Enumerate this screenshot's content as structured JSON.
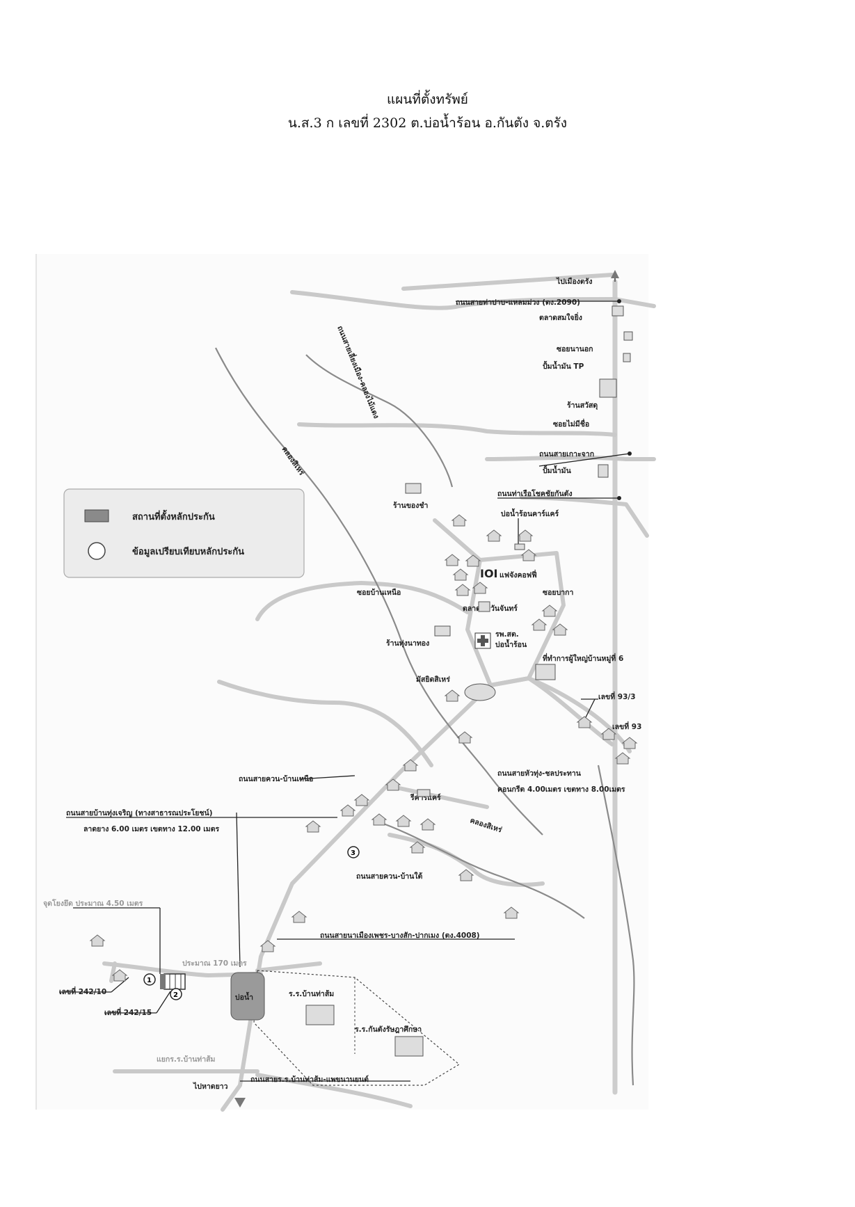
{
  "title": {
    "line1": "แผนที่ตั้งทรัพย์",
    "line2": "น.ส.3 ก เลขที่ 2302 ต.บ่อน้ำร้อน อ.กันตัง จ.ตรัง"
  },
  "legend": {
    "collateral_location": "สถานที่ตั้งหลักประกัน",
    "comparison_data": "ข้อมูลเปรียบเทียบหลักประกัน"
  },
  "labels": {
    "to_trang": "ไปเมืองตรัง",
    "road_thapab": "ถนนสายท่าปาบ-แหลมม่วง (ตง.2090)",
    "market_somjai": "ตลาดสมใจยิ่ง",
    "soi_nanok": "ซอยนานอก",
    "pump_tp": "ปั้มน้ำมัน TP",
    "hardware": "ร้านสวัสดุ",
    "soi_nameless": "ซอยไม่มีชื่อ",
    "road_kohjak": "ถนนสายเกาะจาก",
    "pump": "ปั้มน้ำมัน",
    "road_tharua": "ถนนท่าเรือโชคชัยกันตัง",
    "bonamron_care": "บ่อน้ำร้อนคาร์แคร์",
    "shop_chong": "ร้านของชำ",
    "road_diagonal": "ถนนสายเลี่ยงเมือง-คลองไม้แดง",
    "canal_sire_1": "คลองสิเหร่",
    "cafe": "แฟจังคอฟฟี่",
    "soi_ban_nuea": "ซอยบ้านเหนือ",
    "soi_bakka": "ซอยบากา",
    "market_nat": "ตลาดนัดวันจันทร์",
    "shop_thungna": "ร้านทุ่งนาทอง",
    "hospital": "รพ.สต.",
    "hospital2": "บ่อน้ำร้อน",
    "headman_office": "ที่ทำการผู้ใหญ่บ้านหมู่ที่ 6",
    "mosque": "มัสยิดสิเหร่",
    "no_93_3": "เลขที่ 93/3",
    "no_93": "เลขที่ 93",
    "road_huathung": "ถนนสายหัวทุ่ง-ชลประทาน",
    "road_huathung_spec": "คอนกรีต 4.00เมตร เขตทาง 8.00เมตร",
    "road_khuan_nuea": "ถนนสายควน-บ้านเหนือ",
    "recare": "รีคาร์แคร์",
    "canal_sire_2": "คลองสิเหร่",
    "road_thungcharoen": "ถนนสายบ้านทุ่งเจริญ (ทางสาธารณประโยชน์)",
    "road_thungcharoen_spec": "ลาดยาง 6.00 เมตร เขตทาง 12.00 เมตร",
    "road_khuan_tai": "ถนนสายควน-บ้านใต้",
    "distance_4_5": "จุดโยงยึด ประมาณ 4.50 เมตร",
    "road_namuang": "ถนนสายนาเมืองเพชร-บางสัก-ปากเมง (ตง.4008)",
    "distance_170": "ประมาณ 170 เมตร",
    "no_242_10": "เลขที่ 242/10",
    "no_242_15": "เลขที่ 242/15",
    "pond": "บ่อน้ำ",
    "school_thasom": "ร.ร.บ้านท่าส้ม",
    "school_kantang": "ร.ร.กันตังรัษฎาศึกษา",
    "junction_thasom": "แยกร.ร.บ้านท่าส้ม",
    "to_hat_yao": "ไปหาดยาว",
    "road_thasom_phae": "ถนนสายร.ร.บ้านท่าส้ม-แพขนานยนต์",
    "marker_1": "1",
    "marker_2": "2",
    "marker_3": "3"
  }
}
